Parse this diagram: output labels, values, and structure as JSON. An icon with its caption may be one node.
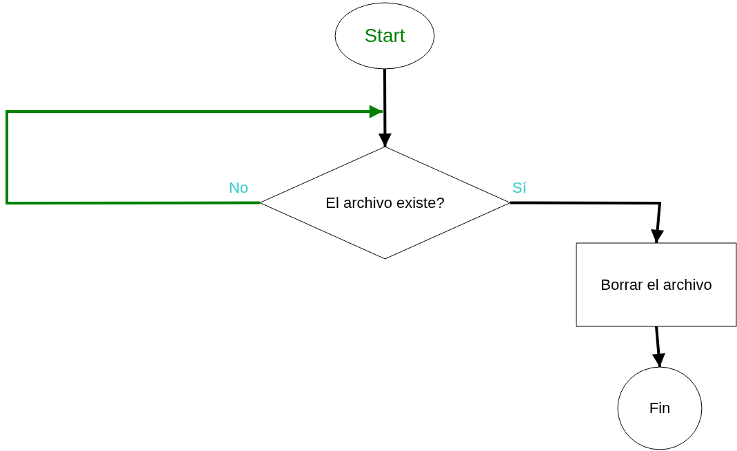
{
  "diagram": {
    "nodes": [
      {
        "text": [
          "Start"
        ]
      },
      {
        "text": [
          "El archivo existe?"
        ]
      },
      {
        "text": [
          "Borrar el archivo"
        ]
      },
      {
        "text": [
          "Fin"
        ]
      }
    ],
    "edges": [
      {
        "from": 0,
        "to": 1,
        "arrow": "to"
      },
      {
        "from": 1,
        "to": null,
        "arrow": "to",
        "label": "No",
        "color": "#008000"
      },
      {
        "from": 1,
        "to": 2,
        "arrow": "to",
        "label": "Sí"
      },
      {
        "from": 2,
        "to": 3,
        "arrow": "to"
      }
    ]
  }
}
